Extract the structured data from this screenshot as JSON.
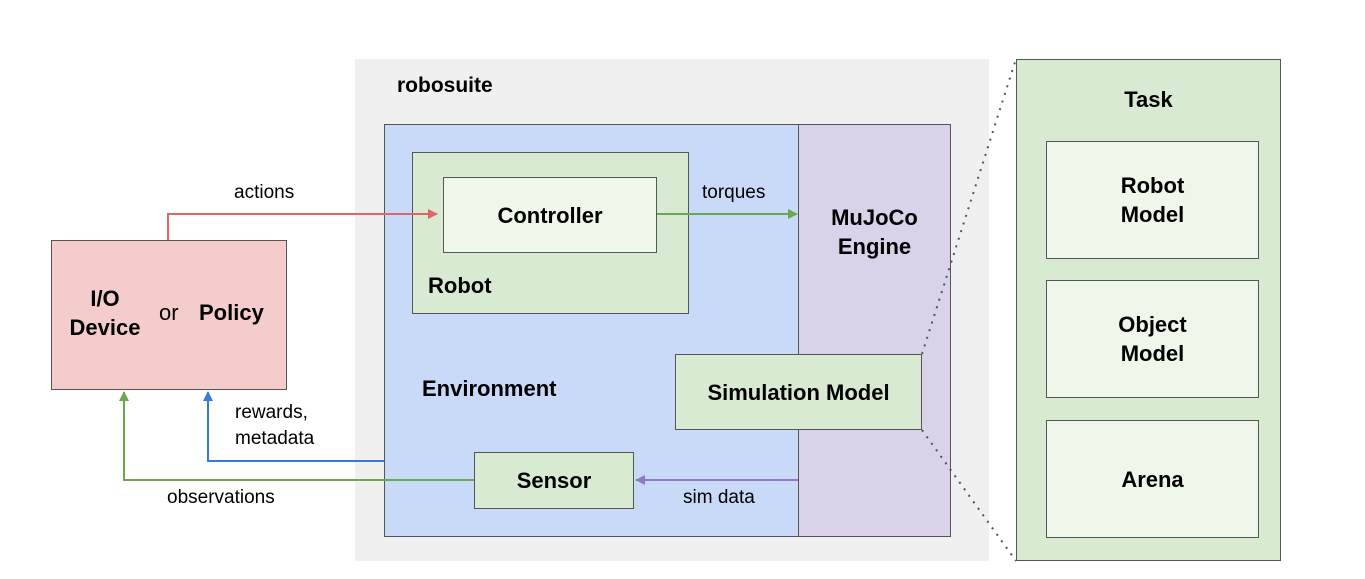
{
  "colors": {
    "robosuite_bg": "#f0f0f0",
    "environment_bg": "#c9daf8",
    "mujoco_bg": "#d9d2e9",
    "robot_bg": "#d9ead3",
    "controller_bg": "#eef7ea",
    "io_bg": "#f4cccc",
    "task_bg": "#d9ead3",
    "task_item_bg": "#eef7ea",
    "actions_arrow": "#e06666",
    "green_arrow": "#6aa84f",
    "blue_arrow": "#3c78d8",
    "sim_data_arrow": "#8e7cc3"
  },
  "diagram": {
    "robosuite_label": "robosuite",
    "io_device": "I/O\nDevice",
    "or_text": "or",
    "policy": "Policy",
    "controller": "Controller",
    "robot": "Robot",
    "mujoco_engine": "MuJoCo\nEngine",
    "environment": "Environment",
    "simulation_model": "Simulation Model",
    "sensor": "Sensor",
    "task": {
      "title": "Task",
      "robot_model": "Robot\nModel",
      "object_model": "Object\nModel",
      "arena": "Arena"
    },
    "edges": {
      "actions": "actions",
      "torques": "torques",
      "rewards_metadata": "rewards,\nmetadata",
      "observations": "observations",
      "sim_data": "sim data"
    }
  }
}
